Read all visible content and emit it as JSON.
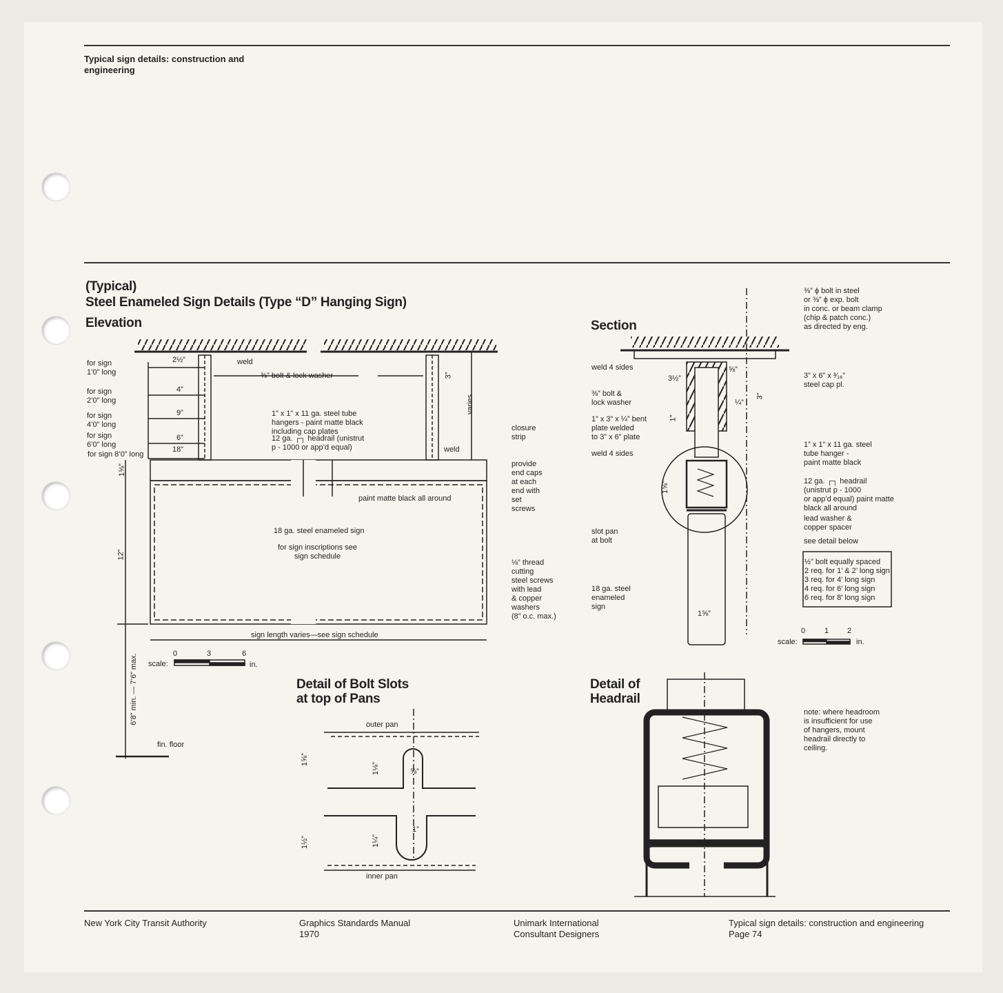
{
  "header": {
    "title": "Typical sign details: construction and engineering"
  },
  "drawing": {
    "title_line1": "(Typical)",
    "title_line2": "Steel Enameled Sign Details (Type “D” Hanging Sign)",
    "elevation": {
      "heading": "Elevation",
      "sizes": [
        "for sign\n1’0” long",
        "for sign\n2’0” long",
        "for sign\n4’0” long",
        "for sign\n6’0” long",
        "for sign 8’0” long"
      ],
      "dims": [
        "2½”",
        "4”",
        "9”",
        "6”",
        "18”"
      ],
      "labels": {
        "weld": "weld",
        "bolt": "⅜” bolt & lock washer",
        "tube": "1” x 1” x 11 ga. steel tube\nhangers - paint matte black\nincluding cap plates",
        "headrail": "12 ga. ┌┐ headrail (unistrut\np - 1000 or app’d equal)",
        "weld2": "weld",
        "varies": "varies",
        "three": "3”",
        "closure": "closure\nstrip",
        "endcaps": "provide\nend caps\nat each\nend with\nset\nscrews",
        "paint": "paint matte black all around",
        "sign": "18 ga. steel enameled sign",
        "inscriptions": "for sign inscriptions see\nsign schedule",
        "screws": "⅛” thread\ncutting\nsteel screws\nwith lead\n& copper\nwashers\n(8” o.c. max.)",
        "length": "sign length varies—see sign schedule",
        "h158": "1⅝”",
        "h12": "12”",
        "height": "6’8” min. — 7’6” max.",
        "floor": "fin. floor"
      },
      "scale": {
        "label": "scale:",
        "ticks": [
          "0",
          "3",
          "6"
        ],
        "unit": "in."
      }
    },
    "section": {
      "heading": "Section",
      "labels": {
        "bolt_steel": "⅜” ϕ bolt in steel\nor ⅜” ϕ exp. bolt\nin conc. or beam clamp\n(chip & patch conc.)\nas directed by eng.",
        "weld4a": "weld 4 sides",
        "cap": "3” x 6” x ³⁄₁₆”\nsteel cap pl.",
        "bolt": "⅜” bolt &\nlock washer",
        "bent": "1” x 3” x ¼” bent\nplate welded\nto 3” x 6” plate",
        "weld4b": "weld 4 sides",
        "tube": "1” x 1” x 11 ga. steel\ntube hanger -\npaint matte black",
        "headrail": "12 ga. ┌┐ headrail\n(unistrut p - 1000\nor app’d equal) paint matte\nblack all around",
        "lead": "lead washer &\ncopper spacer",
        "see": "see detail below",
        "slot": "slot pan\nat bolt",
        "sign": "18 ga. steel\nenameled\nsign",
        "d312": "3½”",
        "d58": "⅝”",
        "d14": "¼”",
        "d3": "3”",
        "d1": "1”",
        "d158": "1⅝”",
        "d158b": "1⅝”",
        "bolts_note": "½” bolt equally spaced\n2 req. for 1’ & 2’ long sign\n3 req. for 4’ long sign\n4 req. for 6’ long sign\n6 req. for 8’ long sign"
      },
      "scale": {
        "label": "scale:",
        "ticks": [
          "0",
          "1",
          "2"
        ],
        "unit": "in."
      }
    },
    "bolt_slots": {
      "heading": "Detail of Bolt Slots\nat top of Pans",
      "labels": {
        "outer": "outer pan",
        "inner": "inner pan",
        "d158": "1⅝”",
        "d118": "1⅛”",
        "d58": "⅝”",
        "d1": "1”",
        "d112": "1½”",
        "d114": "1¼”"
      }
    },
    "headrail": {
      "heading": "Detail of\nHeadrail",
      "note": "note: where headroom\nis insufficient for use\nof hangers, mount\nheadrail directly to\nceiling."
    }
  },
  "footer": {
    "col1": "New York City Transit Authority",
    "col2": "Graphics Standards Manual\n1970",
    "col3": "Unimark International\nConsultant Designers",
    "col4": "Typical sign details: construction and engineering\nPage 74"
  }
}
